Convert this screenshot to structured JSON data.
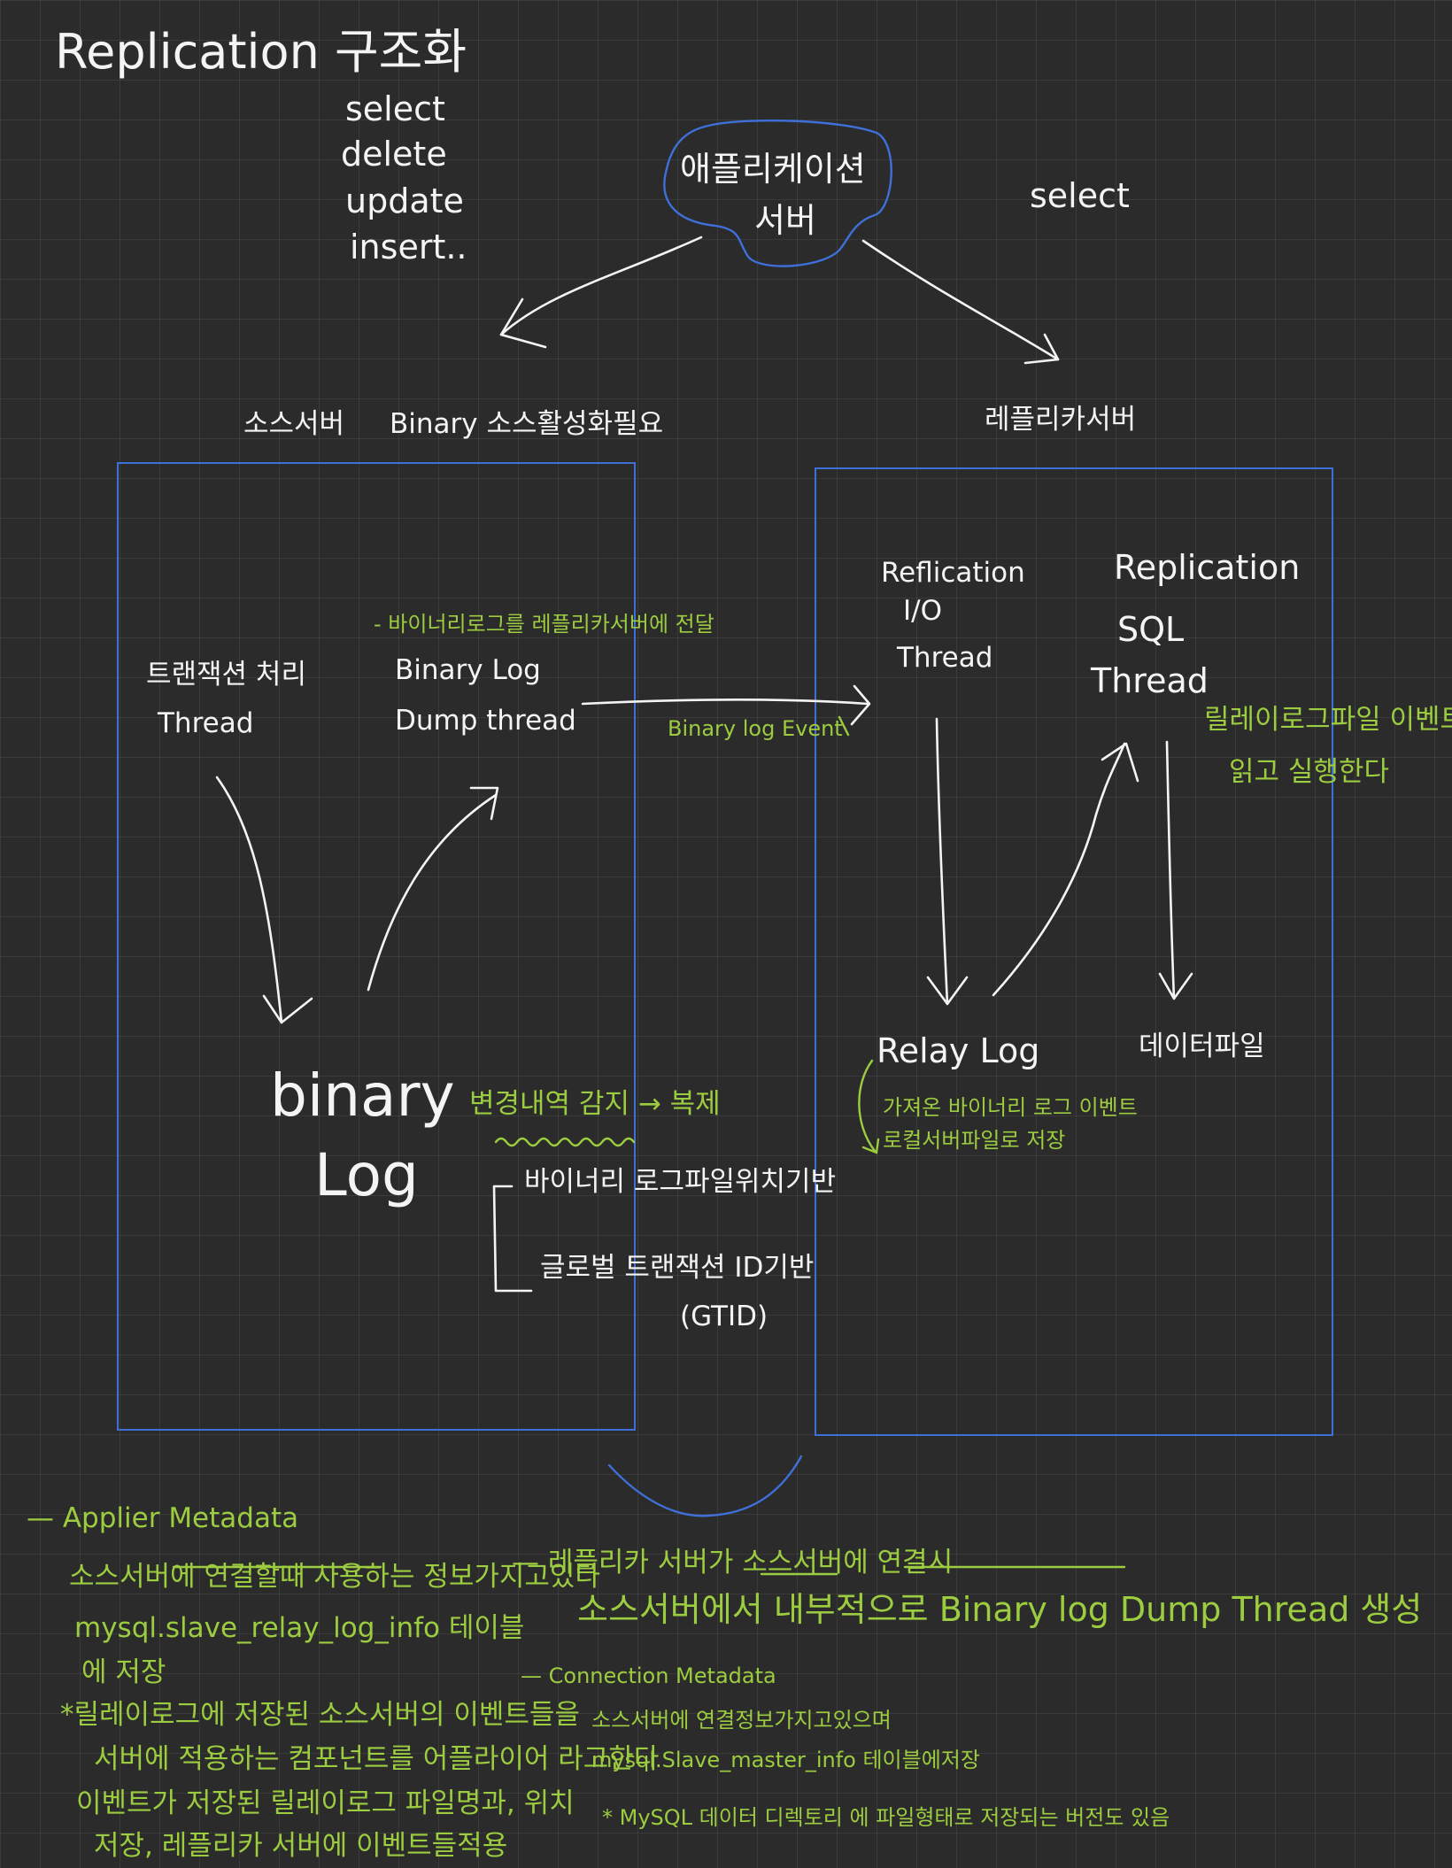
{
  "title": "Replication 구조화",
  "queries": [
    "select",
    "delete",
    "update",
    "insert.."
  ],
  "app_server": {
    "line1": "애플리케이션",
    "line2": "서버"
  },
  "replica_query": "select",
  "source": {
    "label": "소스서버",
    "note": "Binary 소스활성화필요",
    "tx_thread": {
      "line1": "트랜잭션 처리",
      "line2": "Thread"
    },
    "dump_thread": {
      "line1": "Binary Log",
      "line2": "Dump thread"
    },
    "dump_note": "- 바이너리로그를 레플리카서버에 전달",
    "binary_log": {
      "line1": "binary",
      "line2": "Log"
    },
    "change_note": "변경내역 감지 → 복제",
    "methods": [
      "바이너리 로그파일위치기반",
      "글로벌 트랜잭션 ID기반",
      "(GTID)"
    ]
  },
  "event_label": "Binary log Event",
  "replica": {
    "label": "레플리카서버",
    "io_thread": {
      "line1": "Reflication",
      "line2": "I/O",
      "line3": "Thread"
    },
    "sql_thread": {
      "line1": "Replication",
      "line2": "SQL",
      "line3": "Thread"
    },
    "sql_note": {
      "line1": "릴레이로그파일 이벤트",
      "line2": "읽고 실행한다"
    },
    "relay_log": "Relay Log",
    "relay_note": {
      "line1": "가져온 바이너리 로그 이벤트",
      "line2": "로컬서버파일로 저장"
    },
    "data_file": "데이터파일"
  },
  "notes": {
    "applier_title": "— Applier Metadata",
    "applier_1": "소스서버에 연결할때 사용하는 정보가지고있다",
    "applier_2": "mysql.slave_relay_log_info 테이블",
    "applier_3": "에 저장",
    "applier_star_1": "*릴레이로그에 저장된 소스서버의 이벤트들을",
    "applier_star_2": "서버에 적용하는 컴포넌트를 어플라이어 라고한다",
    "applier_star_3": "이벤트가 저장된 릴레이로그 파일명과, 위치",
    "applier_star_4": "저장, 레플리카 서버에 이벤트들적용",
    "connect_1": "— 레플리카 서버가 소스서버에 연결시",
    "connect_2": "소스서버에서 내부적으로 Binary log Dump Thread 생성",
    "conn_title": "— Connection Metadata",
    "conn_1": "소스서버에 연결정보가지고있으며",
    "conn_2": "mysql.Slave_master_info 테이블에저장",
    "conn_3": "* MySQL 데이터 디렉토리 에 파일형태로 저장되는 버전도 있음"
  },
  "colors": {
    "background": "#2b2b2b",
    "ink": "#f4f4f4",
    "green": "#9ccc3f",
    "blue": "#3f6fd8"
  }
}
